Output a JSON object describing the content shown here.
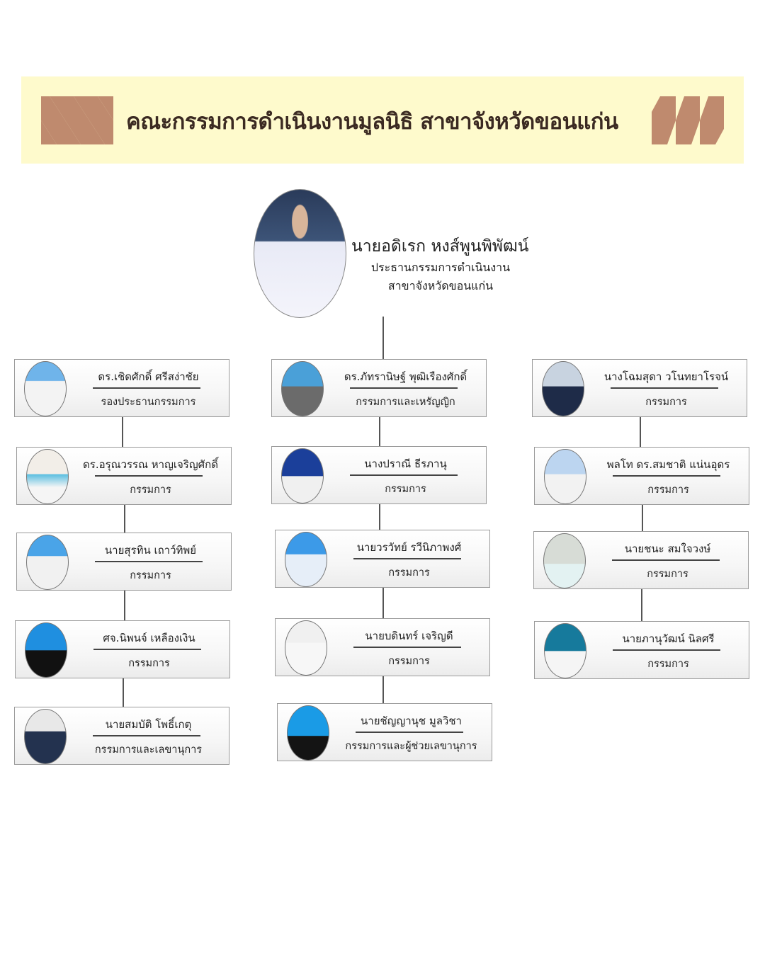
{
  "header": {
    "title": "คณะกรรมการดำเนินงานมูลนิธิ สาขาจังหวัดขอนแก่น"
  },
  "colors": {
    "banner_bg": "#fefacc",
    "pattern": "#bf8a6e",
    "title": "#3b2a22"
  },
  "chairman": {
    "name": "นายอดิเรก หงส์พูนพิพัฒน์",
    "role_line1": "ประธานกรรมการดำเนินงาน",
    "role_line2": "สาขาจังหวัดขอนแก่น"
  },
  "members": [
    {
      "name": "ดร.เชิดศักดิ์ ศรีสง่าชัย",
      "role": "รองประธานกรรมการ"
    },
    {
      "name": "ดร.อรุณวรรณ หาญเจริญศักดิ์",
      "role": "กรรมการ"
    },
    {
      "name": "นายสุรทิน  เถาว์ทิพย์",
      "role": "กรรมการ"
    },
    {
      "name": "ศจ.นิพนจ์  เหลืองเงิน",
      "role": "กรรมการ"
    },
    {
      "name": "นายสมบัติ  โพธิ์เกตุ",
      "role": "กรรมการและเลขานุการ"
    },
    {
      "name": "ดร.ภัทรานิษฐ์ พุฒิเรืองศักดิ์",
      "role": "กรรมการและเหรัญญิก"
    },
    {
      "name": "นางปราณี ธีรภานุ",
      "role": "กรรมการ"
    },
    {
      "name": "นายวรวัทย์  รวีนิภาพงศ์",
      "role": "กรรมการ"
    },
    {
      "name": "นายบดินทร์  เจริญดี",
      "role": "กรรมการ"
    },
    {
      "name": "นายชัญญานุช   มูลวิชา",
      "role": "กรรมการและผู้ช่วยเลขานุการ"
    },
    {
      "name": "นางโฉมสุดา  วโนทยาโรจน์",
      "role": "กรรมการ"
    },
    {
      "name": "พลโท ดร.สมชาติ  แน่นอุดร",
      "role": "กรรมการ"
    },
    {
      "name": "นายชนะ   สมใจวงษ์",
      "role": "กรรมการ"
    },
    {
      "name": "นายภานุวัฒน์  นิลศรี",
      "role": "กรรมการ"
    }
  ]
}
